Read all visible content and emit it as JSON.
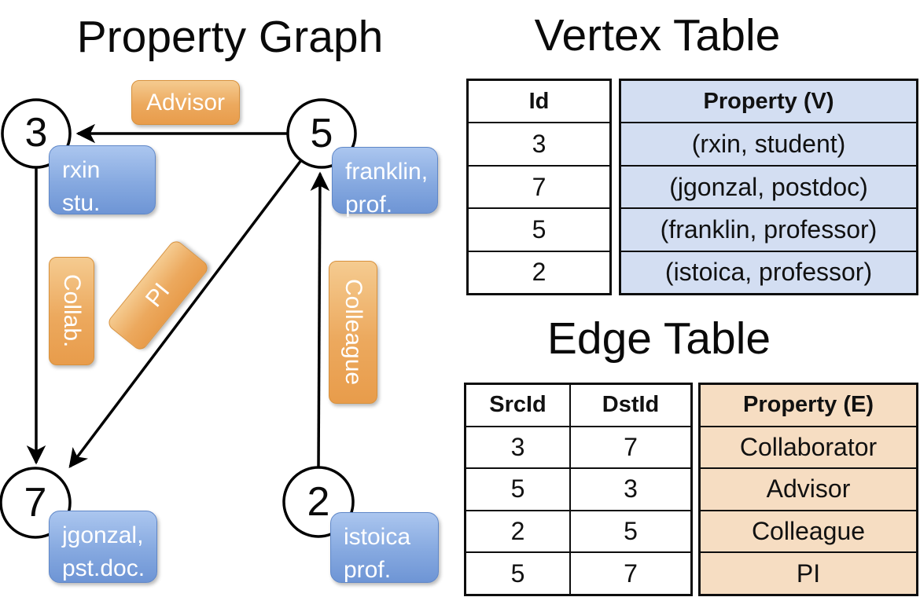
{
  "titles": {
    "property_graph": "Property Graph",
    "vertex_table": "Vertex Table",
    "edge_table": "Edge Table"
  },
  "graph": {
    "nodes": [
      {
        "id": "3"
      },
      {
        "id": "5"
      },
      {
        "id": "7"
      },
      {
        "id": "2"
      }
    ],
    "edge_labels": [
      {
        "label": "Advisor"
      },
      {
        "label": "Collab."
      },
      {
        "label": "PI"
      },
      {
        "label": "Colleague"
      }
    ],
    "vertex_properties": [
      {
        "line1": "rxin",
        "line2": "stu."
      },
      {
        "line1": "franklin,",
        "line2": "prof."
      },
      {
        "line1": "jgonzal,",
        "line2": "pst.doc."
      },
      {
        "line1": "istoica",
        "line2": "prof."
      }
    ]
  },
  "vertex_table": {
    "columns": {
      "id": "Id",
      "property": "Property (V)"
    },
    "rows": [
      {
        "id": "3",
        "property": "(rxin, student)"
      },
      {
        "id": "7",
        "property": "(jgonzal, postdoc)"
      },
      {
        "id": "5",
        "property": "(franklin, professor)"
      },
      {
        "id": "2",
        "property": "(istoica, professor)"
      }
    ]
  },
  "edge_table": {
    "columns": {
      "src": "SrcId",
      "dst": "DstId",
      "property": "Property (E)"
    },
    "rows": [
      {
        "src": "3",
        "dst": "7",
        "property": "Collaborator"
      },
      {
        "src": "5",
        "dst": "3",
        "property": "Advisor"
      },
      {
        "src": "2",
        "dst": "5",
        "property": "Colleague"
      },
      {
        "src": "5",
        "dst": "7",
        "property": "PI"
      }
    ]
  },
  "colors": {
    "edge_label_fill": "#ec9f50",
    "vertex_property_fill": "#7b9fdb",
    "vertex_table_fill": "#d3def2",
    "edge_table_fill": "#f6ddc2",
    "line_color": "#000000"
  }
}
